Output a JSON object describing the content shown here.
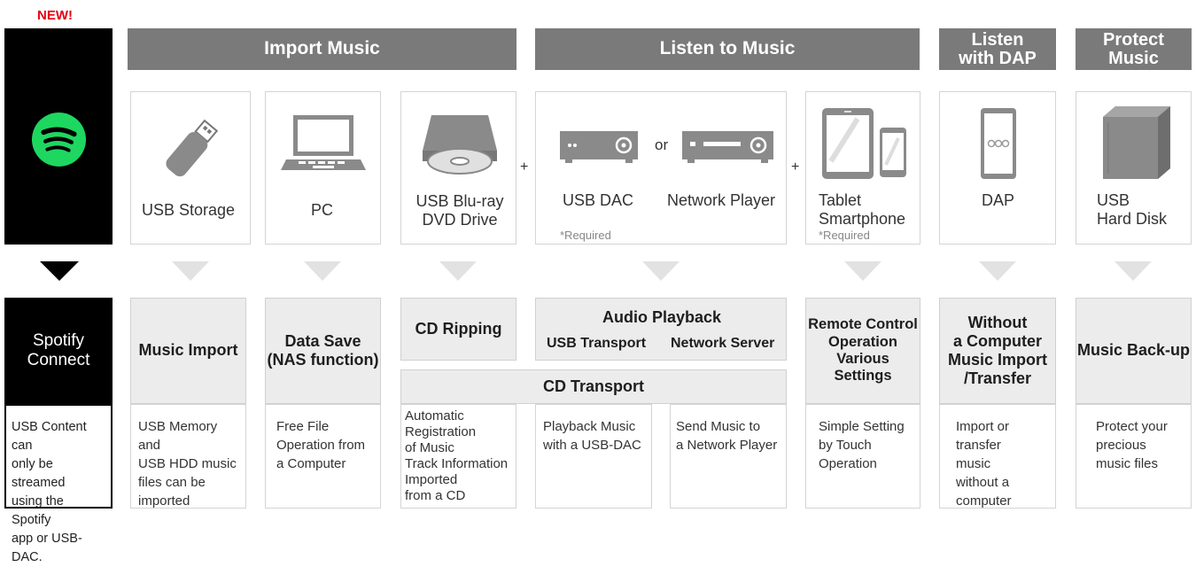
{
  "badge": {
    "label": "NEW!",
    "color": "#e60012"
  },
  "spotify": {
    "icon": "spotify-logo",
    "accent": "#1ed760",
    "title": "Spotify\nConnect",
    "description": "USB Content can\nonly be streamed\nusing the Spotify\napp or USB-DAC."
  },
  "headers": {
    "import": "Import Music",
    "listen": "Listen to Music",
    "dap": "Listen\nwith DAP",
    "protect": "Protect\nMusic"
  },
  "devices": {
    "usb_storage": {
      "label": "USB Storage",
      "icon": "usb-stick-icon"
    },
    "pc": {
      "label": "PC",
      "icon": "laptop-icon"
    },
    "bluray": {
      "label": "USB Blu-ray\nDVD Drive",
      "icon": "disc-drive-icon"
    },
    "usb_dac": {
      "label": "USB DAC",
      "icon": "usb-dac-icon"
    },
    "or_text": "or",
    "network_player": {
      "label": "Network Player",
      "icon": "network-player-icon"
    },
    "required": "*Required",
    "tablet": {
      "label": "Tablet\nSmartphone",
      "icon": "tablet-phone-icon"
    },
    "dap": {
      "label": "DAP",
      "icon": "dap-icon"
    },
    "hdd": {
      "label": "USB\nHard Disk",
      "icon": "hard-disk-icon"
    },
    "plus": "+"
  },
  "features": {
    "music_import": "Music Import",
    "data_save": "Data Save\n(NAS function)",
    "cd_ripping": "CD Ripping",
    "audio_playback": "Audio Playback",
    "usb_transport": "USB Transport",
    "network_server": "Network Server",
    "cd_transport": "CD Transport",
    "remote": "Remote Control\nOperation\nVarious Settings",
    "without_pc": "Without\na Computer\nMusic Import\n/Transfer",
    "backup": "Music Back-up"
  },
  "descriptions": {
    "music_import": "USB Memory and\nUSB HDD music\nfiles can be\nimported",
    "data_save": "Free File\nOperation from\na Computer",
    "cd_ripping": "Automatic\nRegistration\nof Music\nTrack Information\nImported\nfrom a CD",
    "usb_dac": "Playback Music\nwith a USB-DAC",
    "network": "Send Music to\na Network Player",
    "remote": "Simple Setting\nby Touch\nOperation",
    "without_pc": "Import or\ntransfer music\nwithout a\ncomputer",
    "backup": "Protect your\nprecious\nmusic files"
  }
}
